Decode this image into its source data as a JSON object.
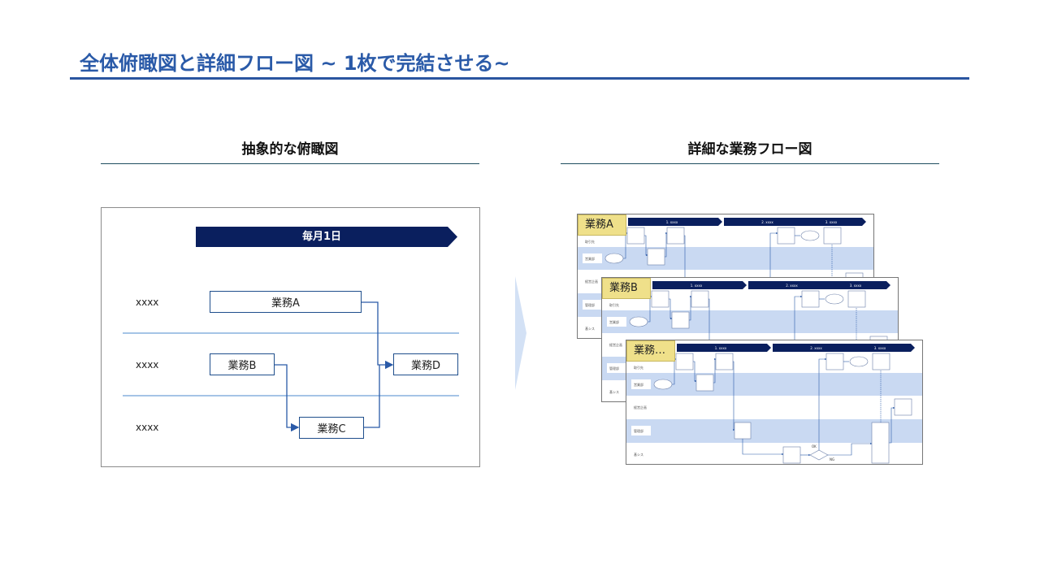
{
  "title": "全体俯瞰図と詳細フロー図 ~ 1枚で完結させる~",
  "left_section": {
    "heading": "抽象的な俯瞰図",
    "banner": "毎月1日",
    "rows": [
      "xxxx",
      "xxxx",
      "xxxx"
    ],
    "tasks": {
      "a": "業務A",
      "b": "業務B",
      "c": "業務C",
      "d": "業務D"
    }
  },
  "right_section": {
    "heading": "詳細な業務フロー図",
    "cards": [
      {
        "label": "業務A"
      },
      {
        "label": "業務B"
      },
      {
        "label": "業務…"
      }
    ],
    "phases": [
      "1. xxxx",
      "2. xxxx",
      "3. xxxx"
    ],
    "lanes": [
      "取引先",
      "営業部",
      "経営企画",
      "管理部",
      "基シス"
    ],
    "decision": {
      "ok": "OK",
      "ng": "NG"
    }
  },
  "colors": {
    "title": "#2a5aa8",
    "navy": "#0a1f5e",
    "lane_fill": "#c9d9f2",
    "label_fill": "#efe08a",
    "connector": "#2a5aa8"
  }
}
